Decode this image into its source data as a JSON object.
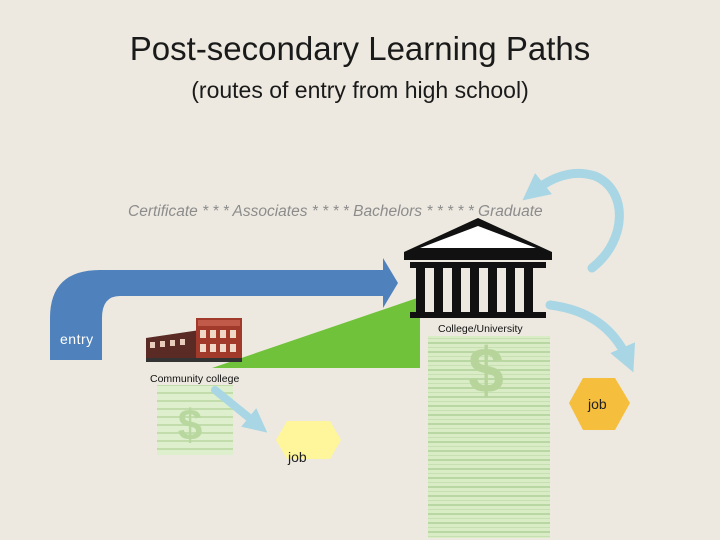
{
  "title": "Post-secondary Learning Paths",
  "subtitle": "(routes of entry from high school)",
  "degree_sequence": "Certificate * * * Associates * * * * Bachelors * * * * * Graduate",
  "entry_label": "entry",
  "community_college_label": "Community college",
  "university_label": "College/University",
  "job_labels": [
    "job",
    "job"
  ],
  "icons": {
    "university": "columned-building-icon",
    "community_college": "brick-building-icon",
    "money": "dollar-money-icon"
  },
  "colors": {
    "entry_arrow": "#4f81bd",
    "loop_arrow": "#a9d6e5",
    "ramp": "#70c23a",
    "job_small": "#fff59a",
    "job_large": "#f5be3c",
    "money": "#d8ebc4"
  }
}
